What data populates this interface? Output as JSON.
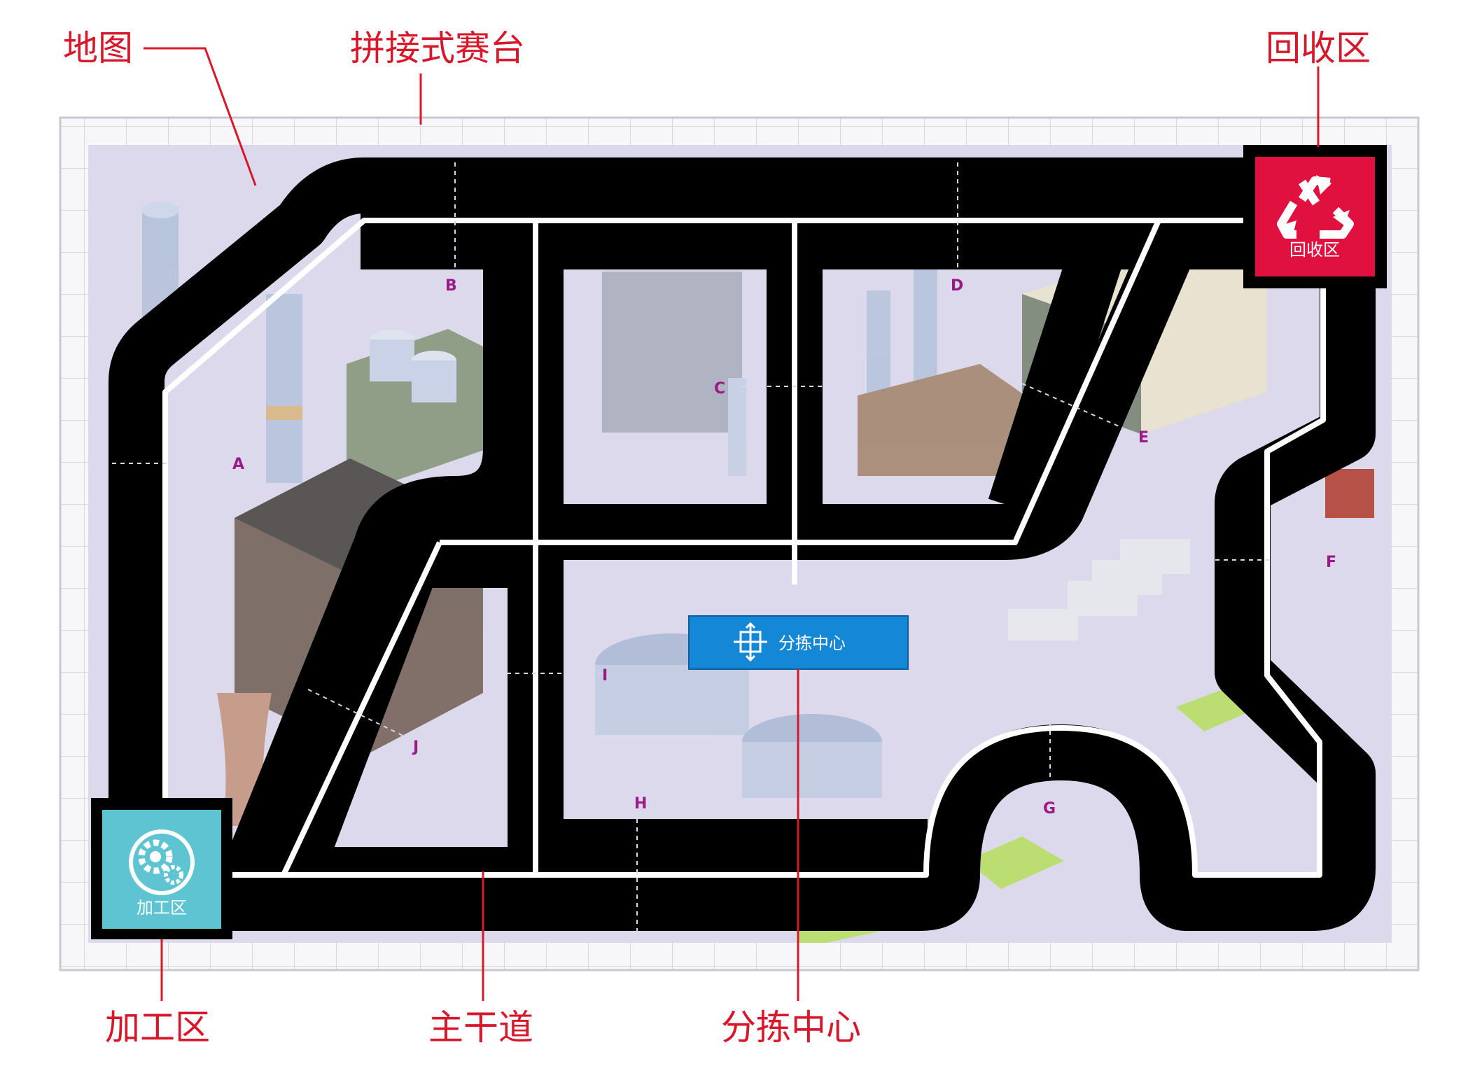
{
  "callouts": {
    "map": "地图",
    "board": "拼接式赛台",
    "recycle": "回收区",
    "process": "加工区",
    "trunk_road": "主干道",
    "sorting": "分拣中心"
  },
  "zones": {
    "recycle_label": "回收区",
    "process_label": "加工区",
    "sorting_label": "分拣中心"
  },
  "points": [
    "A",
    "B",
    "C",
    "D",
    "E",
    "F",
    "G",
    "H",
    "I",
    "J"
  ],
  "colors": {
    "callout_red": "#d7182a",
    "recycle_red": "#e0113f",
    "process_teal": "#5ec4d2",
    "sorting_blue": "#1487d6",
    "point_label": "#9a1a86",
    "map_background": "#dcd9ec",
    "road": "#000000",
    "lane_line": "#ffffff"
  },
  "icons": {
    "recycle": "recycle-icon",
    "process": "gear-icon",
    "sorting": "sorting-hub-icon"
  }
}
